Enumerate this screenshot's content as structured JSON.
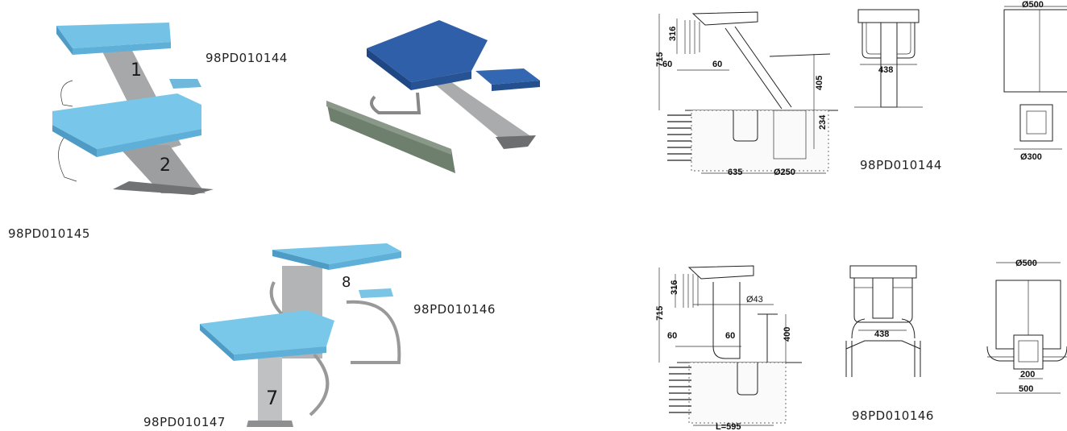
{
  "products": {
    "p144": "98PD010144",
    "p145": "98PD010145",
    "p146": "98PD010146",
    "p147": "98PD010147"
  },
  "block_numbers": {
    "one": "1",
    "two": "2",
    "seven": "7",
    "eight": "8"
  },
  "drawing_144": {
    "code": "98PD010144",
    "dims": {
      "h715": "715",
      "d316": "316",
      "d60a": "60",
      "d60b": "60",
      "d405": "405",
      "d234": "234",
      "d635": "635",
      "d250": "Ø250",
      "w438": "438",
      "w500": "Ø500",
      "w300": "Ø300"
    }
  },
  "drawing_146": {
    "code": "98PD010146",
    "dims": {
      "h715": "715",
      "d316": "316",
      "d60a": "60",
      "d60b": "60",
      "d43": "Ø43",
      "d400": "400",
      "l595": "L=595",
      "w438": "438",
      "w500": "Ø500",
      "w200": "200",
      "w500b": "500"
    }
  },
  "colors": {
    "light_blue": "#74c3e6",
    "dark_blue": "#2f5fa8",
    "steel": "#a9abad"
  }
}
